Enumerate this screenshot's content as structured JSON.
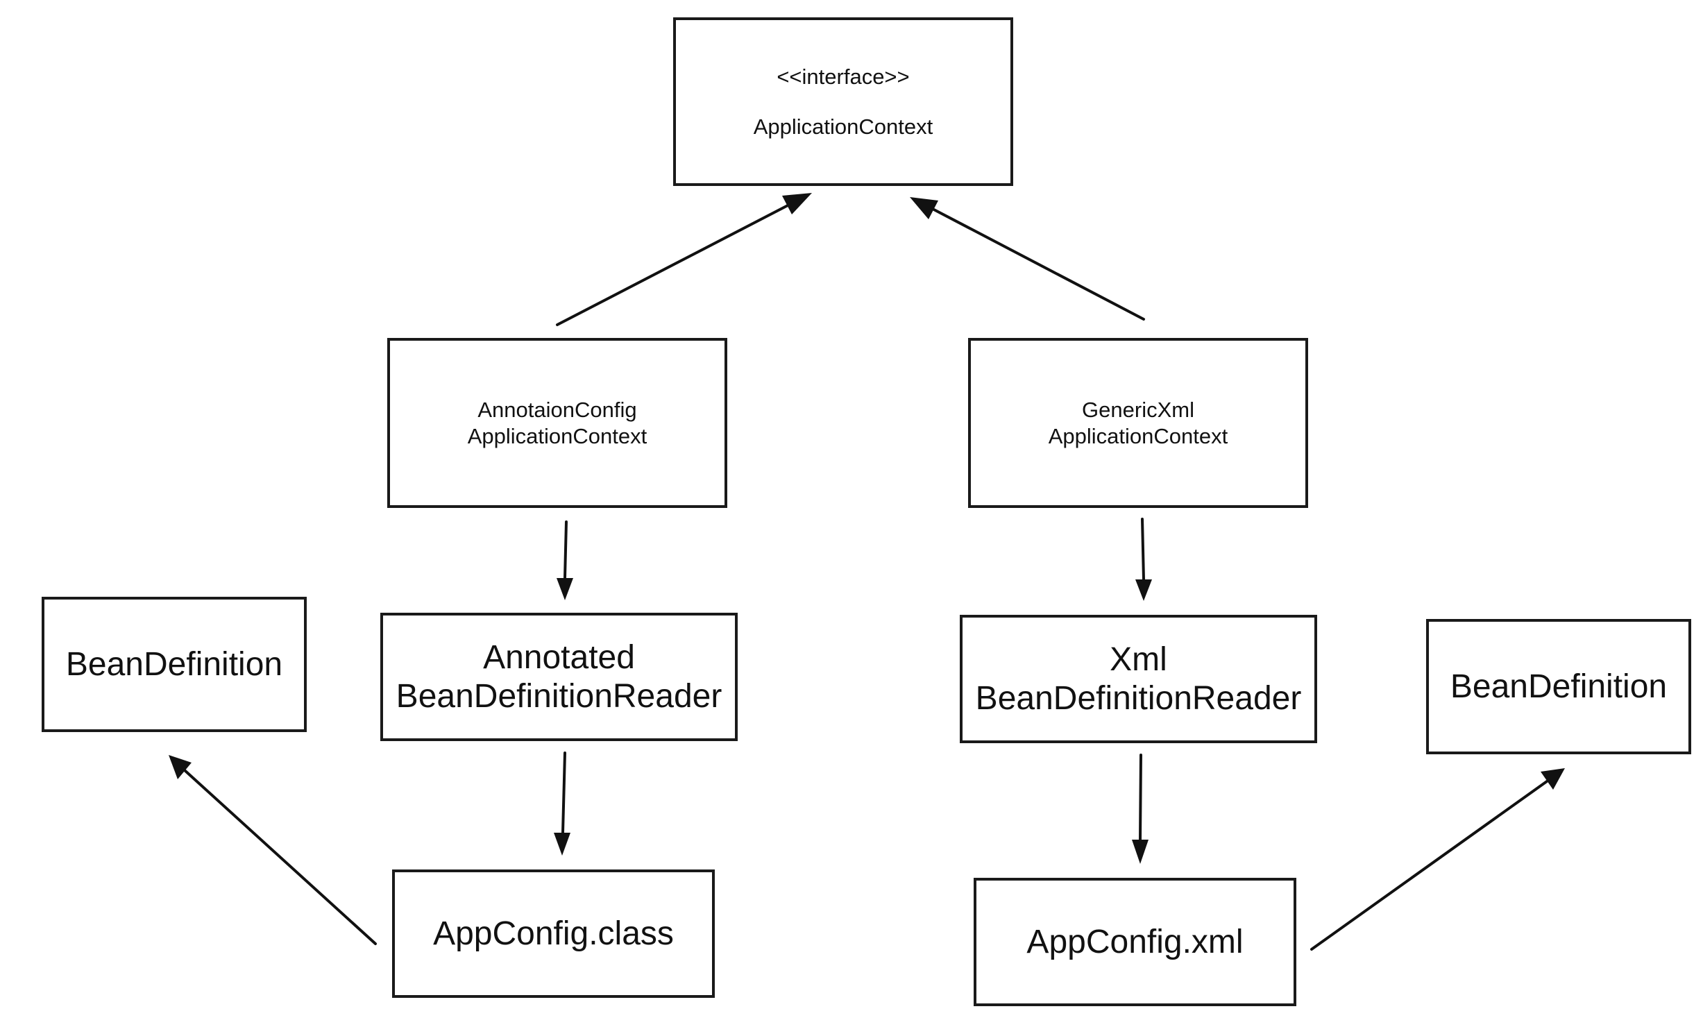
{
  "nodes": {
    "application_context": {
      "stereotype": "<<interface>>",
      "name": "ApplicationContext"
    },
    "annotation_config_context": {
      "line1": "AnnotaionConfig",
      "line2": "ApplicationContext"
    },
    "generic_xml_context": {
      "line1": "GenericXml",
      "line2": "ApplicationContext"
    },
    "annotated_reader": {
      "line1": "Annotated",
      "line2": "BeanDefinitionReader"
    },
    "xml_reader": {
      "line1": "Xml",
      "line2": "BeanDefinitionReader"
    },
    "bean_definition_left": {
      "label": "BeanDefinition"
    },
    "bean_definition_right": {
      "label": "BeanDefinition"
    },
    "appconfig_class": {
      "label": "AppConfig.class"
    },
    "appconfig_xml": {
      "label": "AppConfig.xml"
    }
  },
  "edges": [
    {
      "from": "annotation_config_context",
      "to": "application_context"
    },
    {
      "from": "generic_xml_context",
      "to": "application_context"
    },
    {
      "from": "annotation_config_context",
      "to": "annotated_reader"
    },
    {
      "from": "generic_xml_context",
      "to": "xml_reader"
    },
    {
      "from": "annotated_reader",
      "to": "appconfig_class"
    },
    {
      "from": "xml_reader",
      "to": "appconfig_xml"
    },
    {
      "from": "appconfig_class",
      "to": "bean_definition_left"
    },
    {
      "from": "appconfig_xml",
      "to": "bean_definition_right"
    }
  ]
}
